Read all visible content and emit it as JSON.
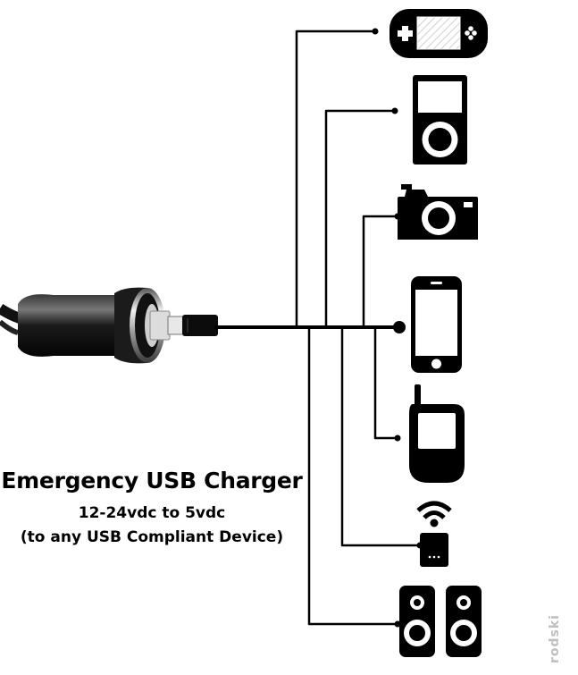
{
  "caption": {
    "title": "Emergency USB Charger",
    "line1": "12-24vdc to 5vdc",
    "line2": "(to any USB Compliant Device)"
  },
  "watermark": "rodski",
  "source_device": "car-usb-charger",
  "devices": [
    {
      "id": "game-console",
      "icon": "handheld-game-icon"
    },
    {
      "id": "mp3-player",
      "icon": "ipod-icon"
    },
    {
      "id": "camera",
      "icon": "camera-icon"
    },
    {
      "id": "smartphone",
      "icon": "smartphone-icon"
    },
    {
      "id": "cell-phone",
      "icon": "flip-phone-icon"
    },
    {
      "id": "remote",
      "icon": "wireless-remote-icon"
    },
    {
      "id": "speakers",
      "icon": "speakers-icon"
    }
  ],
  "colors": {
    "line": "#000000",
    "background": "#ffffff",
    "charger_body": "#111111",
    "watermark": "#bfbfbf"
  }
}
